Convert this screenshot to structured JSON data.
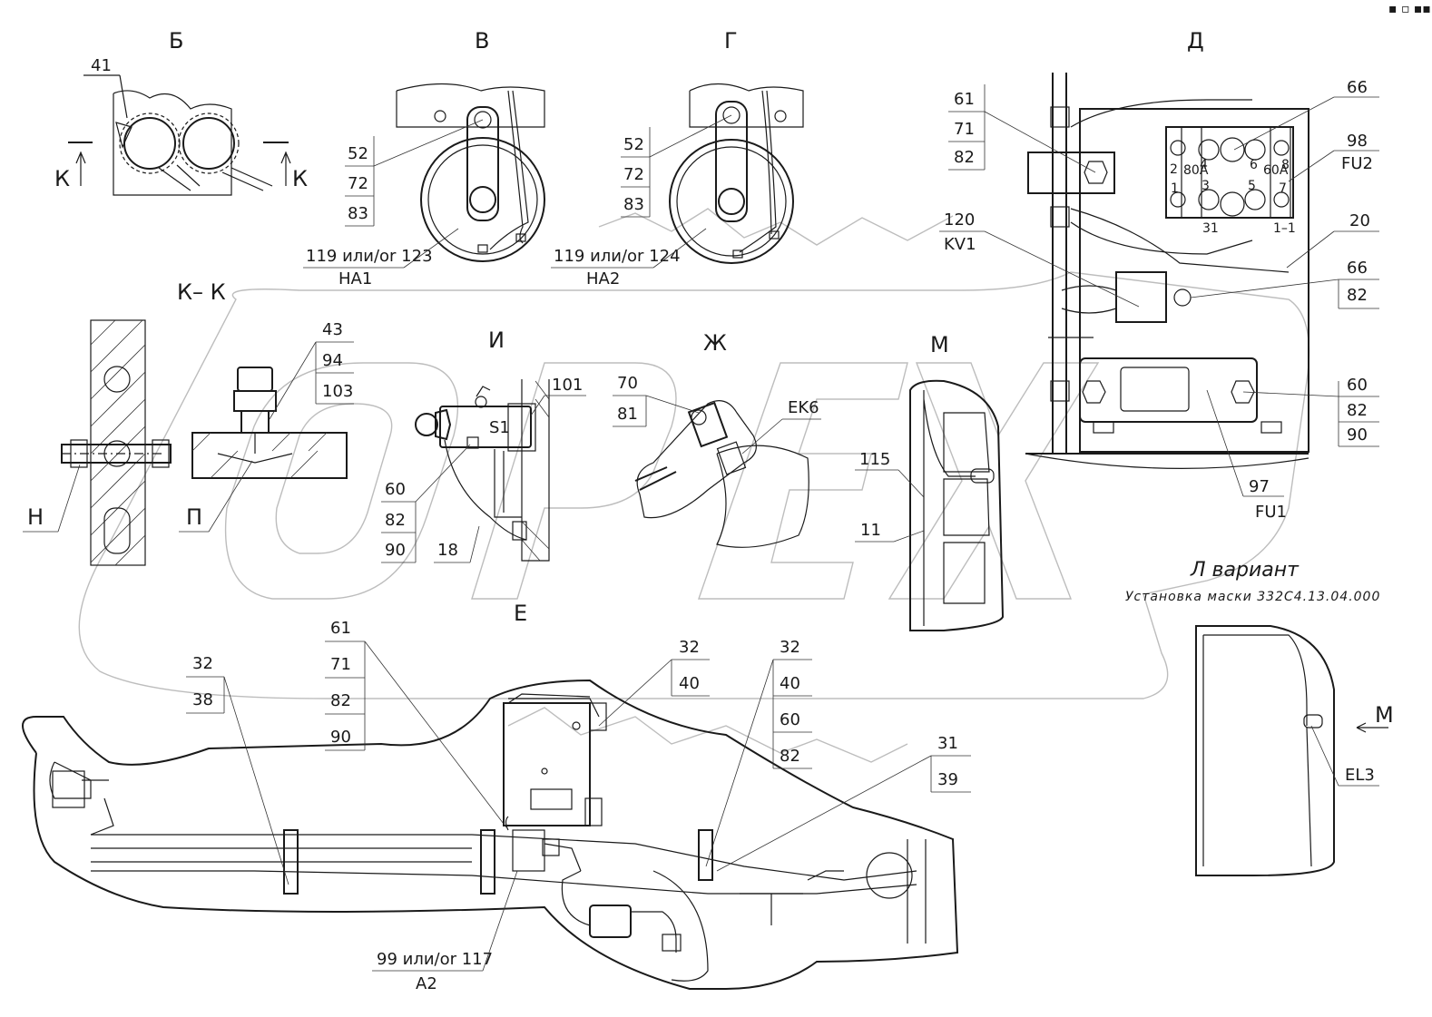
{
  "sheet": {
    "views": [
      "Б",
      "В",
      "Г",
      "Д",
      "К– К",
      "И",
      "Ж",
      "М",
      "Е"
    ],
    "section_arrow": "К",
    "arrow_m": "М",
    "variant_title": "Л вариант",
    "mask_note": "Установка маски 332С4.13.04.000",
    "watermark": "ОРЕХ",
    "corner_mark": "▪ ▫ ▪▪"
  },
  "callouts": {
    "b": {
      "part": "41"
    },
    "v": {
      "stack": [
        "52",
        "72",
        "83"
      ],
      "part": "119 или/or 123",
      "ref": "HA1"
    },
    "g": {
      "stack": [
        "52",
        "72",
        "83"
      ],
      "part": "119 или/or 124",
      "ref": "HA2"
    },
    "d_top": {
      "stack": [
        "61",
        "71",
        "82"
      ]
    },
    "d_66": "66",
    "d_98": {
      "part": "98",
      "ref": "FU2"
    },
    "d_20": "20",
    "d_120": {
      "part": "120",
      "ref": "KV1"
    },
    "d_66b": {
      "stack": [
        "66",
        "82"
      ]
    },
    "d_60": {
      "stack": [
        "60",
        "82",
        "90"
      ]
    },
    "d_97": {
      "part": "97",
      "ref": "FU1"
    },
    "kk": {
      "stack": [
        "43",
        "94",
        "103"
      ],
      "h": "Н",
      "p": "П"
    },
    "i": {
      "part": "101",
      "ref": "S1",
      "stack": [
        "60",
        "82",
        "90"
      ],
      "wire": "18"
    },
    "zh": {
      "stack": [
        "70",
        "81"
      ],
      "ref": "EK6"
    },
    "m": {
      "p115": "115",
      "p11": "11"
    },
    "el3": "EL3",
    "bottom": {
      "c1": [
        "32",
        "38"
      ],
      "c2": [
        "61",
        "71",
        "82",
        "90"
      ],
      "c3": [
        "32",
        "40"
      ],
      "c4": [
        "32",
        "40",
        "60",
        "82"
      ],
      "c5": [
        "31",
        "39"
      ],
      "a2_part": "99 или/or 117",
      "a2_ref": "A2"
    },
    "fuse_labels": {
      "a": "80A",
      "b": "60A",
      "n2": "2",
      "n4": "4",
      "n6": "6",
      "n8": "8",
      "n1": "1",
      "n3": "3",
      "n5": "5",
      "n7": "7",
      "c31": "31",
      "c11": "1–1"
    }
  }
}
